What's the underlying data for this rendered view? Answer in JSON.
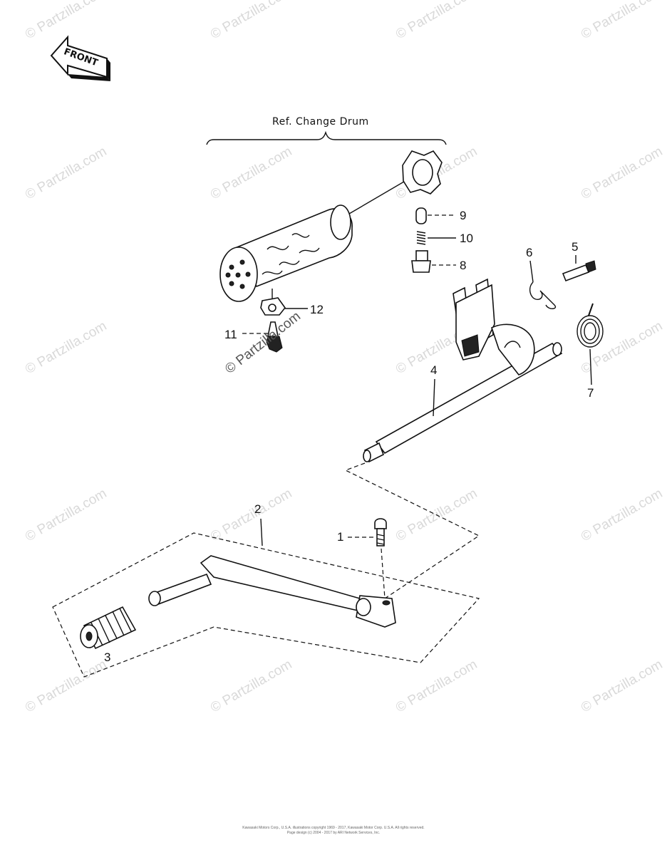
{
  "diagram": {
    "front_label": "FRONT",
    "ref_title": "Ref. Change Drum",
    "watermark": "© Partzilla.com",
    "callouts": [
      {
        "id": "1",
        "label": "1"
      },
      {
        "id": "2",
        "label": "2"
      },
      {
        "id": "3",
        "label": "3"
      },
      {
        "id": "4",
        "label": "4"
      },
      {
        "id": "5",
        "label": "5"
      },
      {
        "id": "6",
        "label": "6"
      },
      {
        "id": "7",
        "label": "7"
      },
      {
        "id": "8",
        "label": "8"
      },
      {
        "id": "9",
        "label": "9"
      },
      {
        "id": "10",
        "label": "10"
      },
      {
        "id": "11",
        "label": "11"
      },
      {
        "id": "12",
        "label": "12"
      }
    ]
  },
  "footer": {
    "copyright_line1": "Kawasaki Motors Corp., U.S.A. illustrations copyright 1969 - 2017, Kawasaki Motor Corp. U.S.A. All rights reserved.",
    "copyright_line2": "Page design (c) 2004 - 2017 by ARI Network Services, Inc."
  }
}
